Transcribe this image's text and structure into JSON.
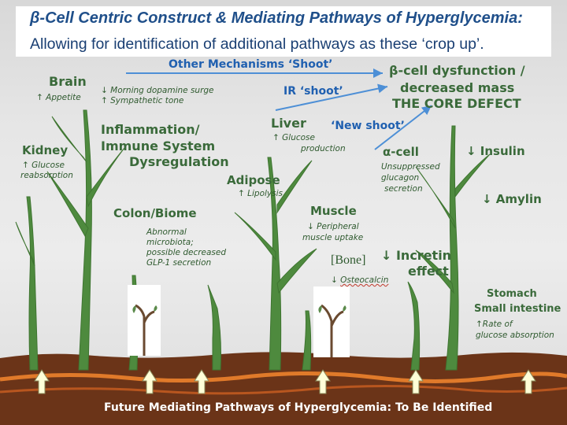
{
  "title": {
    "line1": "β-Cell Centric Construct & Mediating Pathways of Hyperglycemia:",
    "line2": "Allowing for identification of additional pathways as these ‘crop up’."
  },
  "arrows": {
    "other_mechanisms": "Other Mechanisms ‘Shoot’",
    "ir_shoot": "IR ‘shoot’",
    "new_shoot": "‘New shoot’"
  },
  "core_defect": {
    "line1": "β-cell dysfunction /",
    "line2": "decreased mass",
    "line3": "THE CORE DEFECT"
  },
  "organs": {
    "brain": {
      "label": "Brain",
      "note": "↑ Appetite"
    },
    "brain_effects": {
      "line1": "↓ Morning dopamine surge",
      "line2": "↑ Sympathetic tone"
    },
    "kidney": {
      "label": "Kidney",
      "note1": "↑ Glucose",
      "note2": "reabsorption"
    },
    "inflammation": {
      "line1": "Inflammation/",
      "line2": "Immune System",
      "line3": "Dysregulation"
    },
    "colon": {
      "label": "Colon/Biome",
      "note1": "Abnormal",
      "note2": "microbiota;",
      "note3": "possible decreased",
      "note4": "GLP-1 secretion"
    },
    "adipose": {
      "label": "Adipose",
      "note": "↑ Lipolysis"
    },
    "liver": {
      "label": "Liver",
      "note1": "↑ Glucose",
      "note2": "production"
    },
    "alpha_cell": {
      "label": "α-cell",
      "note1": "Unsuppressed",
      "note2": "glucagon",
      "note3": "secretion"
    },
    "insulin": {
      "label": "↓ Insulin"
    },
    "amylin": {
      "label": "↓ Amylin"
    },
    "muscle": {
      "label": "Muscle",
      "note1": "↓ Peripheral",
      "note2": "muscle uptake"
    },
    "bone": {
      "label": "[Bone]",
      "note_arrow": "↓",
      "note_word": "Osteocalcin"
    },
    "incretin": {
      "line1": "↓ Incretin",
      "line2": "effect"
    },
    "stomach": {
      "line1": "Stomach",
      "line2": "Small intestine",
      "note1": "↑Rate of",
      "note2": "glucose absorption"
    }
  },
  "footer": "Future Mediating Pathways of Hyperglycemia: To Be Identified",
  "colors": {
    "plant": "#4e8a3e",
    "soil": "#6b3418",
    "soil_stripe": "#e07a2a",
    "arrow": "#4d8fd6",
    "root_arrow": "#ffffd8"
  }
}
